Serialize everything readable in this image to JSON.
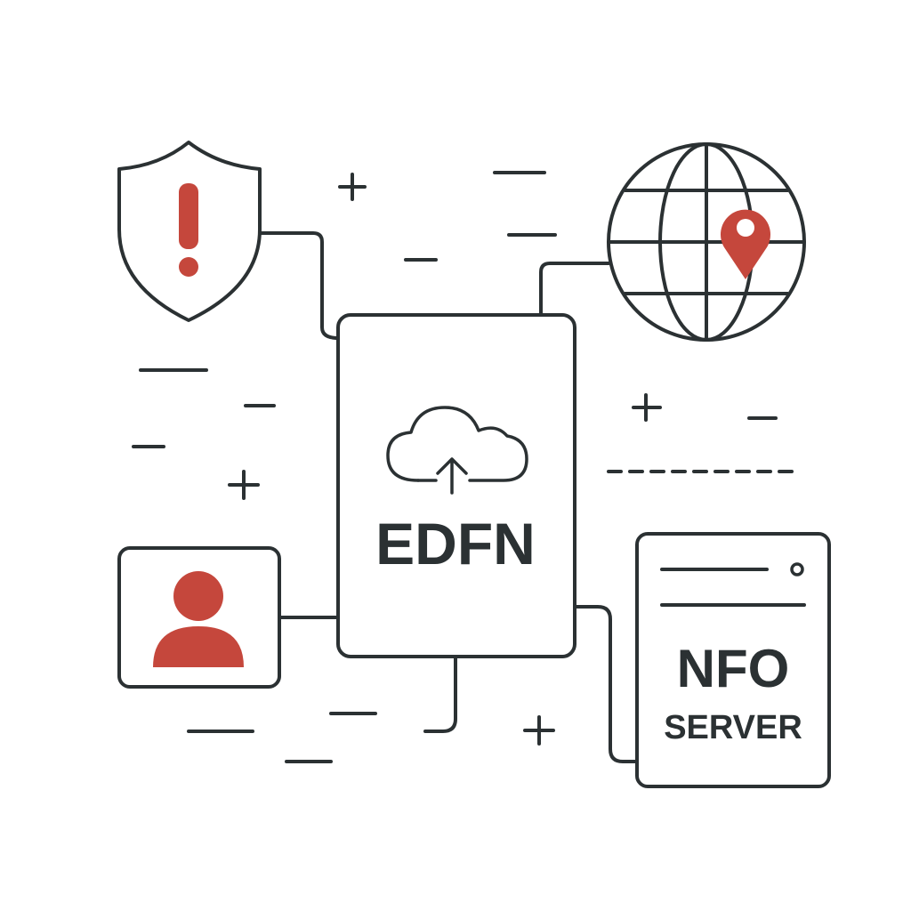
{
  "colors": {
    "stroke": "#2b3133",
    "accent": "#c5473c",
    "background": "#ffffff"
  },
  "hub": {
    "label": "EDFN",
    "icon": "cloud-upload-icon"
  },
  "nfo_server": {
    "title": "NFO",
    "subtitle": "SERVER",
    "icon": "server-icon"
  },
  "nodes": {
    "shield": {
      "icon": "shield-alert-icon"
    },
    "globe": {
      "icon": "globe-location-icon"
    },
    "user": {
      "icon": "user-profile-icon"
    }
  }
}
